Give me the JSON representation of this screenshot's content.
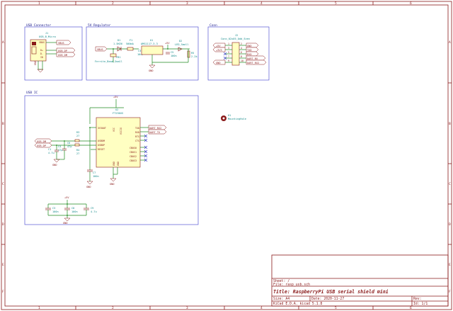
{
  "sections": {
    "usb_connector": "USB Connector",
    "regulator": "5V Regulator",
    "conn": "Conn",
    "usb_ic": "USB IC"
  },
  "margin": {
    "cols": [
      "1",
      "2",
      "3",
      "4",
      "5",
      "6"
    ],
    "rows": [
      "A",
      "B",
      "C",
      "D",
      "E",
      "F"
    ]
  },
  "j1": {
    "ref": "J1",
    "value": "USB_B_Micro",
    "pins": [
      "VBUS",
      "D+",
      "D-",
      "ID",
      "GND"
    ],
    "labels": [
      "VBUS",
      "USB_DP",
      "USB_DM"
    ]
  },
  "reg": {
    "d1_ref": "D1",
    "d1_val": "1.5KE6",
    "f1_ref": "F1",
    "f1_val": "500mA",
    "fb1_ref": "FB1",
    "fb1_val": "Ferrite_Bead_Small",
    "c3_ref": "C3",
    "c3_val": "10uF",
    "u1_ref": "U1",
    "u1_val": "AMS1117-3.3",
    "c5_ref": "C5",
    "c5_val": "100n",
    "d2_ref": "D2",
    "d2_val": "LED_Small",
    "r5_ref": "R5",
    "r5_val": "2.2k",
    "vbus": "VBUS",
    "plus5v": "+5V",
    "gnd": "GND"
  },
  "j2": {
    "ref": "J2",
    "value": "Conn_02x05_Odd_Even",
    "left_nets": [
      "+5V",
      "+3V3",
      "",
      "",
      "GND"
    ],
    "right_nets": [
      "GND",
      "TXD",
      "RXD",
      "UART_RX",
      "UART_RX2"
    ],
    "pins_left": [
      "1",
      "3",
      "5",
      "7",
      "9"
    ],
    "pins_right": [
      "2",
      "4",
      "6",
      "8",
      "10"
    ]
  },
  "mounting": {
    "ref": "H1",
    "value": "MountingHole"
  },
  "usbic": {
    "ref": "U2",
    "value": "FT230XS",
    "left_pins": [
      "3V3OUT",
      "",
      "USBDM",
      "USBDP",
      "RESET"
    ],
    "right_pins": [
      "TXD",
      "RXD",
      "RTS",
      "CTS",
      "CBUS0",
      "CBUS1",
      "CBUS2",
      "CBUS3"
    ],
    "bottom_pins": [
      "GND",
      "GND"
    ],
    "top_pins": [
      "VCC",
      "VCCIO"
    ],
    "plus5v": "+5V",
    "labels_in": [
      "USB_DM",
      "USB_DP"
    ],
    "labels_out": [
      "UART_RX2",
      "UART_TX"
    ],
    "r3_ref": "R3",
    "r3_val": "27",
    "r4_ref": "R4",
    "r4_val": "27",
    "c6_ref": "C6",
    "c6_val": "47p",
    "c4_ref": "C4",
    "c4_val": "47p",
    "c7_ref": "C7",
    "c7_val": "100n",
    "c1_ref": "C1",
    "c1_val": "4.7u",
    "gnd": "GND"
  },
  "decoupling": {
    "plus5v": "+5V",
    "caps": [
      {
        "ref": "C3",
        "val": "100n"
      },
      {
        "ref": "C8",
        "val": "100n"
      },
      {
        "ref": "C9",
        "val": "4.7u"
      }
    ],
    "gnd": "GND"
  },
  "titleblock": {
    "sheet": "Sheet: /",
    "file": "File: rasp_usb.sch",
    "title": "Title: RaspberryPi USB serial shield mini",
    "size": "Size: A4",
    "date": "Date: 2020-11-27",
    "rev": "Rev:",
    "kicad": "KiCad E.D.A.  kicad 5.1.8",
    "id": "Id: 1/1"
  }
}
